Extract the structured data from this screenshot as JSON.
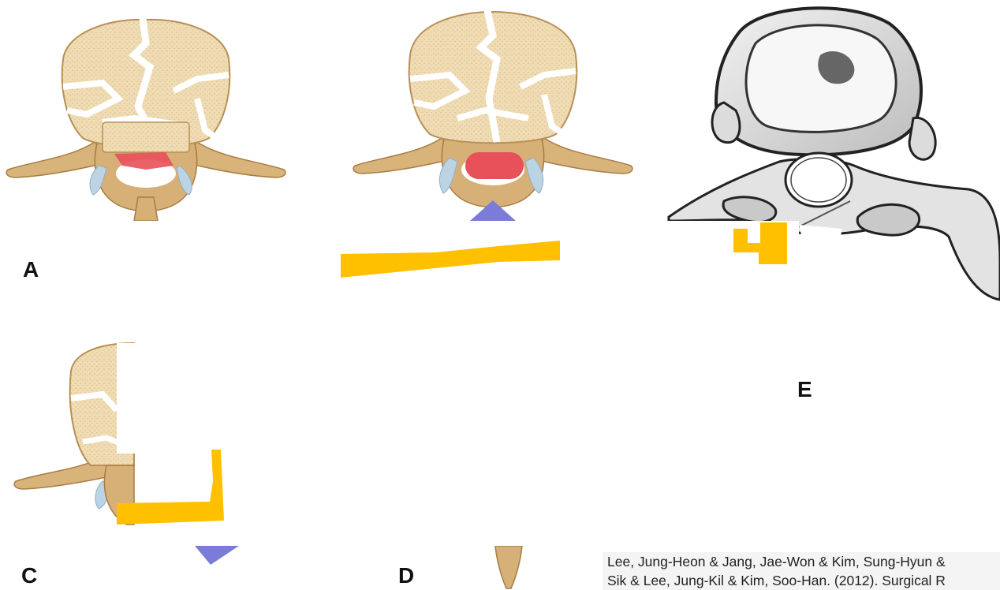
{
  "panels": [
    {
      "label": "A"
    },
    {
      "label": "C"
    },
    {
      "label": "D"
    },
    {
      "label": "E"
    }
  ],
  "citation": {
    "line1": "Lee, Jung-Heon & Jang, Jae-Won & Kim, Sung-Hyun & ",
    "line2": "Sik & Lee, Jung-Kil & Kim, Soo-Han. (2012). Surgical R"
  },
  "colors": {
    "bone": "#e9d3a6",
    "bone_outline": "#b98f55",
    "cancellous": "#efdcb4",
    "disc_red": "#e8505a",
    "facet_blue": "#bcd3e4",
    "arrow_purple": "#7b7bd8",
    "marker_yellow": "#ffc000",
    "sketch_gray": "#555555"
  }
}
